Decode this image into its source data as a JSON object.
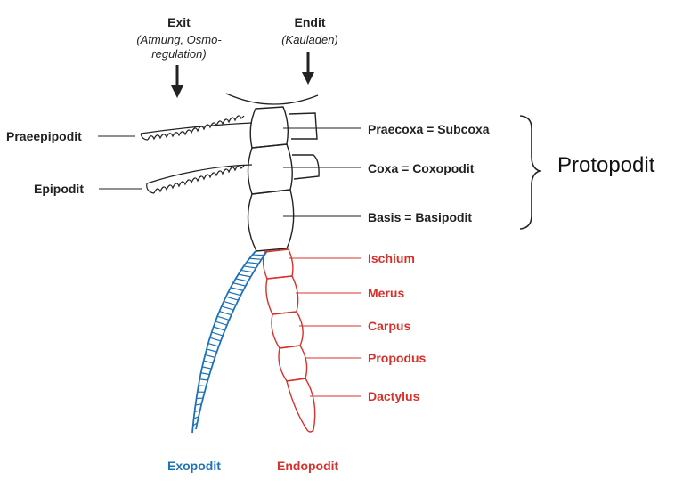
{
  "top": {
    "exit": {
      "title": "Exit",
      "note_line1": "(Atmung, Osmo-",
      "note_line2": "regulation)"
    },
    "endit": {
      "title": "Endit",
      "note": "(Kauladen)"
    }
  },
  "left_labels": {
    "praeepipodit": "Praeepipodit",
    "epipodit": "Epipodit"
  },
  "protopodit": {
    "segments": [
      "Praecoxa = Subcoxa",
      "Coxa = Coxopodit",
      "Basis = Basipodit"
    ],
    "group_label": "Protopodit"
  },
  "endopodit_segments": [
    "Ischium",
    "Merus",
    "Carpus",
    "Propodus",
    "Dactylus"
  ],
  "bottom": {
    "exopodit": "Exopodit",
    "endopodit": "Endopodit"
  },
  "colors": {
    "ink": "#222222",
    "red": "#d8302a",
    "blue": "#1e73b8"
  }
}
